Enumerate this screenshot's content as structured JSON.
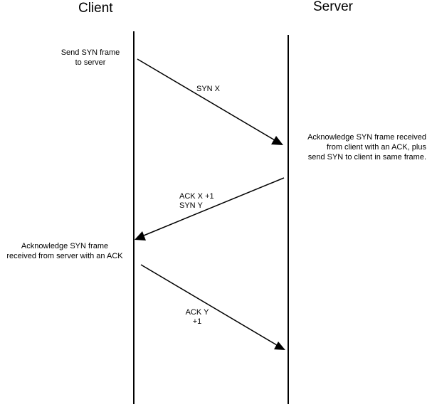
{
  "participants": {
    "client": "Client",
    "server": "Server"
  },
  "notes": {
    "client_send": [
      "Send SYN frame",
      "to server"
    ],
    "server_ack": [
      "Acknowledge SYN frame received",
      "from client with an ACK, plus",
      "send SYN to client in same frame."
    ],
    "client_ack": [
      "Acknowledge SYN frame",
      "received from server with an ACK"
    ]
  },
  "messages": {
    "syn_x": [
      "SYN X"
    ],
    "ack_syn": [
      "ACK X +1",
      "SYN Y"
    ],
    "ack_y": [
      "ACK Y",
      "+1"
    ]
  },
  "colors": {
    "ink": "#000000",
    "background": "#ffffff"
  }
}
